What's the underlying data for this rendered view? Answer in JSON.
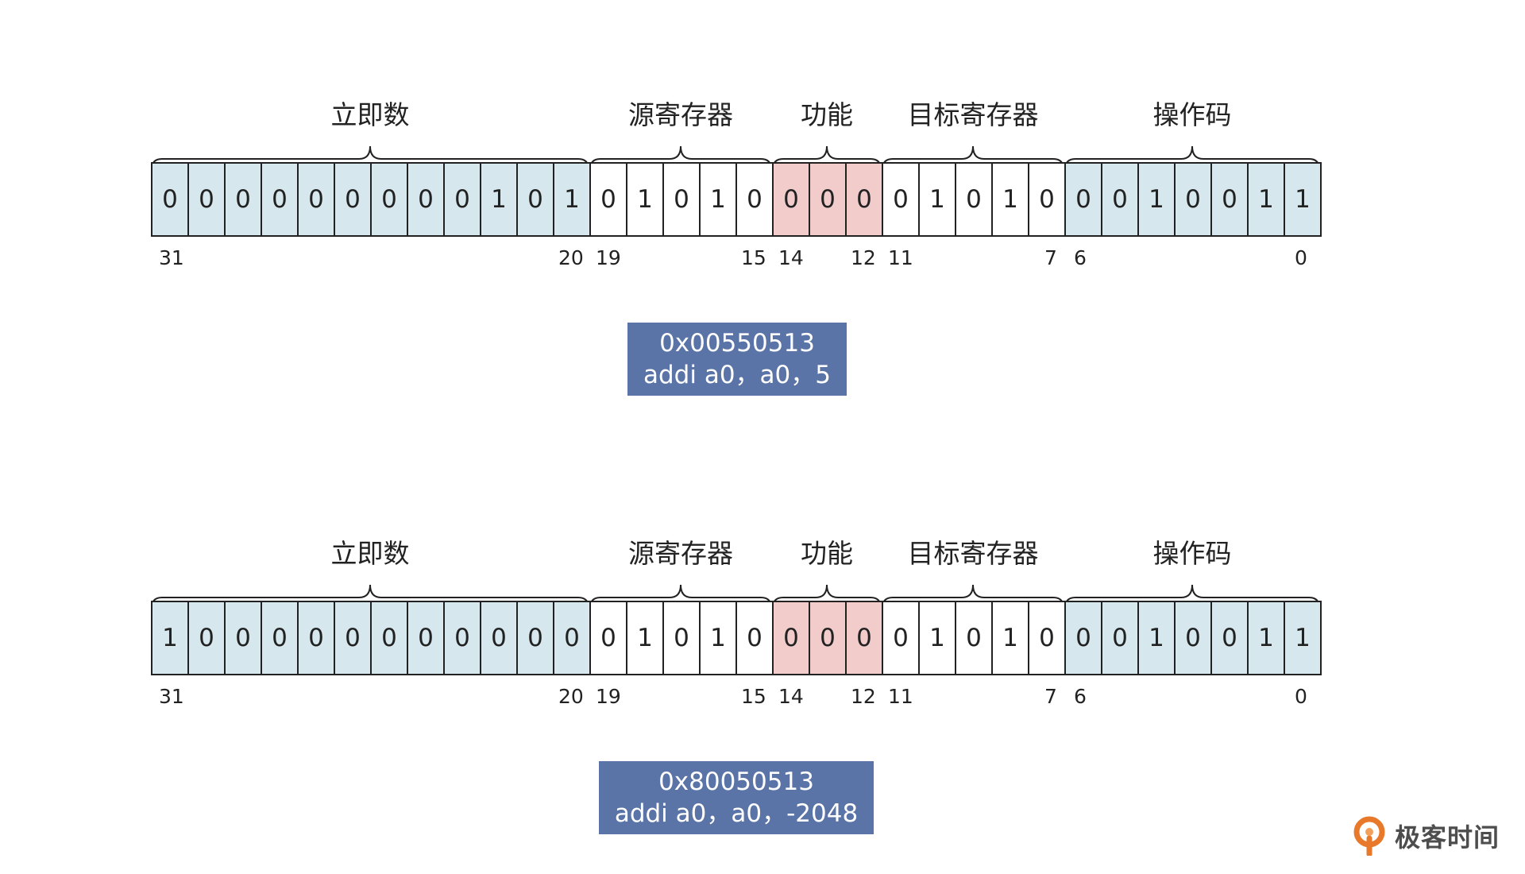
{
  "colors": {
    "immediate_fill": "#d6e8ee",
    "opcode_fill": "#d6e8ee",
    "funct3_fill": "#f2cccb",
    "register_fill": "#ffffff",
    "caption_fill": "#5a74a7",
    "logo_accent": "#e8782a"
  },
  "diagrams": [
    {
      "field_labels": {
        "imm": "立即数",
        "rs1": "源寄存器",
        "funct3": "功能",
        "rd": "目标寄存器",
        "opcode": "操作码"
      },
      "bits": {
        "imm": [
          "0",
          "0",
          "0",
          "0",
          "0",
          "0",
          "0",
          "0",
          "0",
          "1",
          "0",
          "1"
        ],
        "rs1": [
          "0",
          "1",
          "0",
          "1",
          "0"
        ],
        "funct3": [
          "0",
          "0",
          "0"
        ],
        "rd": [
          "0",
          "1",
          "0",
          "1",
          "0"
        ],
        "opcode": [
          "0",
          "0",
          "1",
          "0",
          "0",
          "1",
          "1"
        ]
      },
      "bit_indices": {
        "imm_hi": "31",
        "imm_lo": "20",
        "rs1_hi": "19",
        "rs1_lo": "15",
        "funct3_hi": "14",
        "funct3_lo": "12",
        "rd_hi": "11",
        "rd_lo": "7",
        "opcode_hi": "6",
        "opcode_lo": "0"
      },
      "caption": {
        "hex": "0x00550513",
        "asm": "addi a0，a0，5"
      }
    },
    {
      "field_labels": {
        "imm": "立即数",
        "rs1": "源寄存器",
        "funct3": "功能",
        "rd": "目标寄存器",
        "opcode": "操作码"
      },
      "bits": {
        "imm": [
          "1",
          "0",
          "0",
          "0",
          "0",
          "0",
          "0",
          "0",
          "0",
          "0",
          "0",
          "0"
        ],
        "rs1": [
          "0",
          "1",
          "0",
          "1",
          "0"
        ],
        "funct3": [
          "0",
          "0",
          "0"
        ],
        "rd": [
          "0",
          "1",
          "0",
          "1",
          "0"
        ],
        "opcode": [
          "0",
          "0",
          "1",
          "0",
          "0",
          "1",
          "1"
        ]
      },
      "bit_indices": {
        "imm_hi": "31",
        "imm_lo": "20",
        "rs1_hi": "19",
        "rs1_lo": "15",
        "funct3_hi": "14",
        "funct3_lo": "12",
        "rd_hi": "11",
        "rd_lo": "7",
        "opcode_hi": "6",
        "opcode_lo": "0"
      },
      "caption": {
        "hex": "0x80050513",
        "asm": "addi a0，a0，-2048"
      }
    }
  ],
  "logo": {
    "icon": "geekbang-logo-icon",
    "text": "极客时间"
  }
}
